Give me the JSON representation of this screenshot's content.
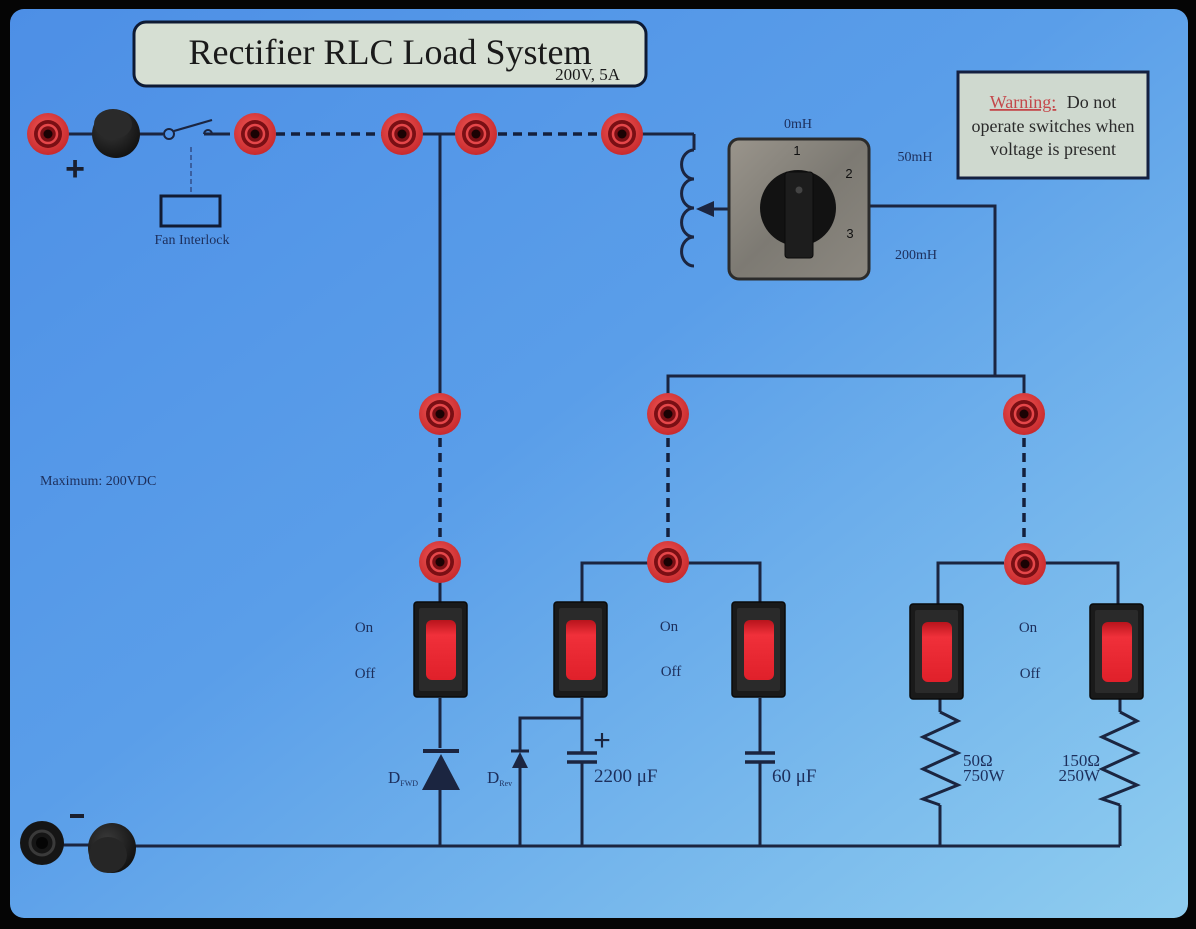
{
  "panel": {
    "title": "Rectifier RLC Load System",
    "rating": "200V, 5A",
    "max_voltage_label": "Maximum: 200VDC",
    "warning": {
      "prefix": "Warning:",
      "line1_rest": "Do not",
      "line2": "operate switches when",
      "line3": "voltage is present"
    },
    "positive_terminal_label": "+",
    "negative_terminal_label": "−",
    "fan_interlock_label": "Fan Interlock",
    "inductor_selector": {
      "positions": [
        "1",
        "2",
        "3"
      ],
      "labels": [
        "0mH",
        "50mH",
        "200mH"
      ],
      "selected_position": "1"
    },
    "switch_banks": [
      {
        "on_label": "On",
        "off_label": "Off"
      },
      {
        "on_label": "On",
        "off_label": "Off"
      },
      {
        "on_label": "On",
        "off_label": "Off"
      }
    ],
    "components": {
      "diode_fwd": {
        "main": "D",
        "sub": "FWD"
      },
      "diode_rev": {
        "main": "D",
        "sub": "Rev"
      },
      "cap_large": {
        "value": "2200 μF",
        "polarity": "+"
      },
      "cap_small": {
        "value": "60 μF"
      },
      "res_1": {
        "ohms": "50Ω",
        "watts": "750W"
      },
      "res_2": {
        "ohms": "150Ω",
        "watts": "250W"
      }
    },
    "colors": {
      "panel_blue": "#5a9ae6",
      "jack_red": "#e0393c",
      "rocker_red": "#e8232b",
      "wire": "#1b2540",
      "warning_red": "#c4484b"
    }
  }
}
